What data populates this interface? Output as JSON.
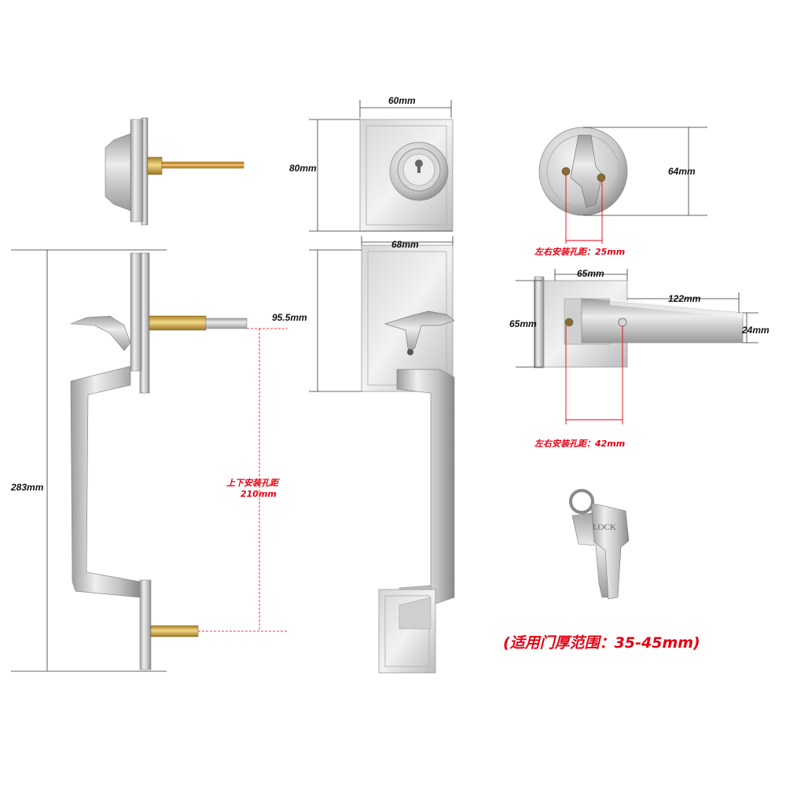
{
  "dimensions": {
    "width_60": "60mm",
    "height_80": "80mm",
    "width_68": "68mm",
    "height_95": "95.5mm",
    "height_283": "283mm",
    "diameter_64": "64mm",
    "width_65": "65mm",
    "height_65": "65mm",
    "length_122": "122mm",
    "height_24": "24mm"
  },
  "annotations": {
    "hole_spacing_25": "左右安装孔距：25mm",
    "hole_spacing_42": "左右安装孔距：42mm",
    "vertical_spacing_title": "上下安装孔距",
    "vertical_spacing_value": "210mm",
    "door_thickness": "(适用门厚范围：35-45mm)"
  },
  "key_text": "LOCK",
  "colors": {
    "metal_light": "#e4e4e4",
    "metal_mid": "#c2c2c2",
    "metal_dark": "#8e8e8e",
    "brass": "#c9a544",
    "annotation_red": "#e60012"
  }
}
